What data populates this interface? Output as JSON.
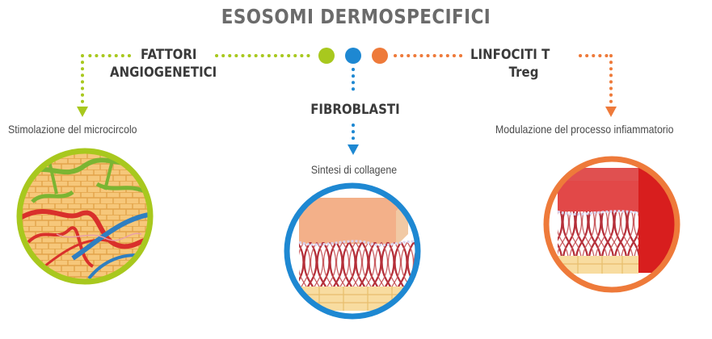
{
  "title": "ESOSOMI DERMOSPECIFICI",
  "branches": {
    "left": {
      "heading_line1": "FATTORI",
      "heading_line2": "ANGIOGENETICI",
      "effect": "Stimolazione del microcircolo",
      "color": "#a8c81e"
    },
    "center": {
      "heading": "FIBROBLASTI",
      "effect": "Sintesi di collagene",
      "color": "#1e88d2"
    },
    "right": {
      "heading_line1": "LINFOCITI T",
      "heading_line2": "Treg",
      "effect": "Modulazione del processo infiammatorio",
      "color": "#ee7a3a"
    }
  }
}
